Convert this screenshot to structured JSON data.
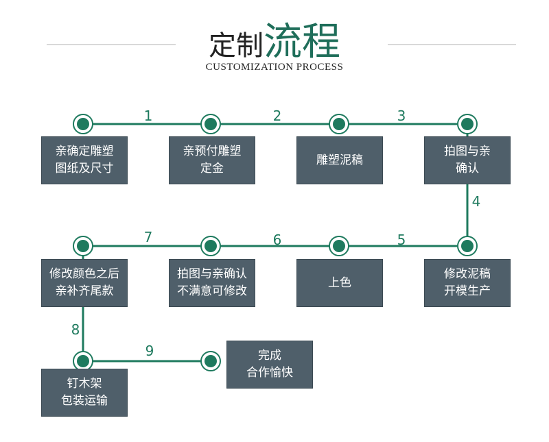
{
  "header": {
    "title_part1": "定制",
    "title_part2": "流程",
    "subtitle": "CUSTOMIZATION PROCESS"
  },
  "colors": {
    "accent": "#1f6e5a",
    "box": "#4f5f6a",
    "node": "#1e7a5e"
  },
  "steps": [
    "亲确定雕塑\n图纸及尺寸",
    "亲预付雕塑\n定金",
    "雕塑泥稿",
    "拍图与亲\n确认",
    "修改泥稿\n开模生产",
    "上色",
    "拍图与亲确认\n不满意可修改",
    "修改颜色之后\n亲补齐尾款",
    "钉木架\n包装运输",
    "完成\n合作愉快"
  ],
  "connector_numbers": [
    "1",
    "2",
    "3",
    "4",
    "5",
    "6",
    "7",
    "8",
    "9"
  ]
}
